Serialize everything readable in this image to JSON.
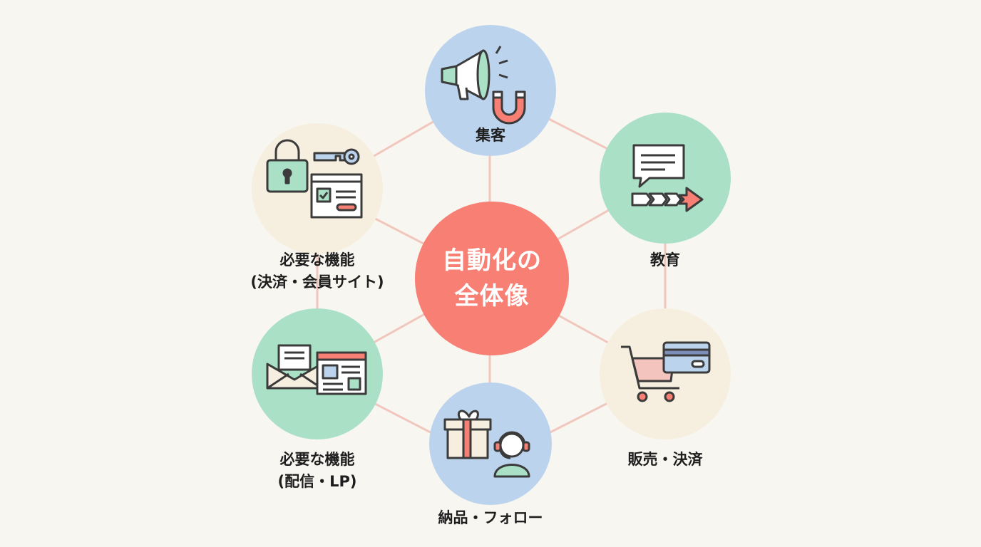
{
  "center": {
    "line1": "自動化の",
    "line2": "全体像"
  },
  "nodes": {
    "attract": {
      "label": "集客",
      "color": "#bcd3ee"
    },
    "educate": {
      "label": "教育",
      "color": "#a9e0c6"
    },
    "sales": {
      "label": "販売・決済",
      "color": "#f6efdf"
    },
    "delivery": {
      "label": "納品・フォロー",
      "color": "#bcd3ee"
    },
    "delivery_system": {
      "line1": "必要な機能",
      "line2": "(配信・LP)",
      "color": "#a9e0c6"
    },
    "membership_system": {
      "line1": "必要な機能",
      "line2": "(決済・会員サイト)",
      "color": "#f6efdf"
    }
  },
  "colors": {
    "connector": "#f1c7bd",
    "center": "#f77f73"
  },
  "icons": [
    "megaphone-icon",
    "magnet-icon",
    "chat-bubble-icon",
    "arrow-steps-icon",
    "shopping-cart-icon",
    "credit-card-icon",
    "gift-box-icon",
    "headset-operator-icon",
    "envelope-icon",
    "web-page-icon",
    "padlock-icon",
    "key-icon",
    "login-form-icon"
  ]
}
